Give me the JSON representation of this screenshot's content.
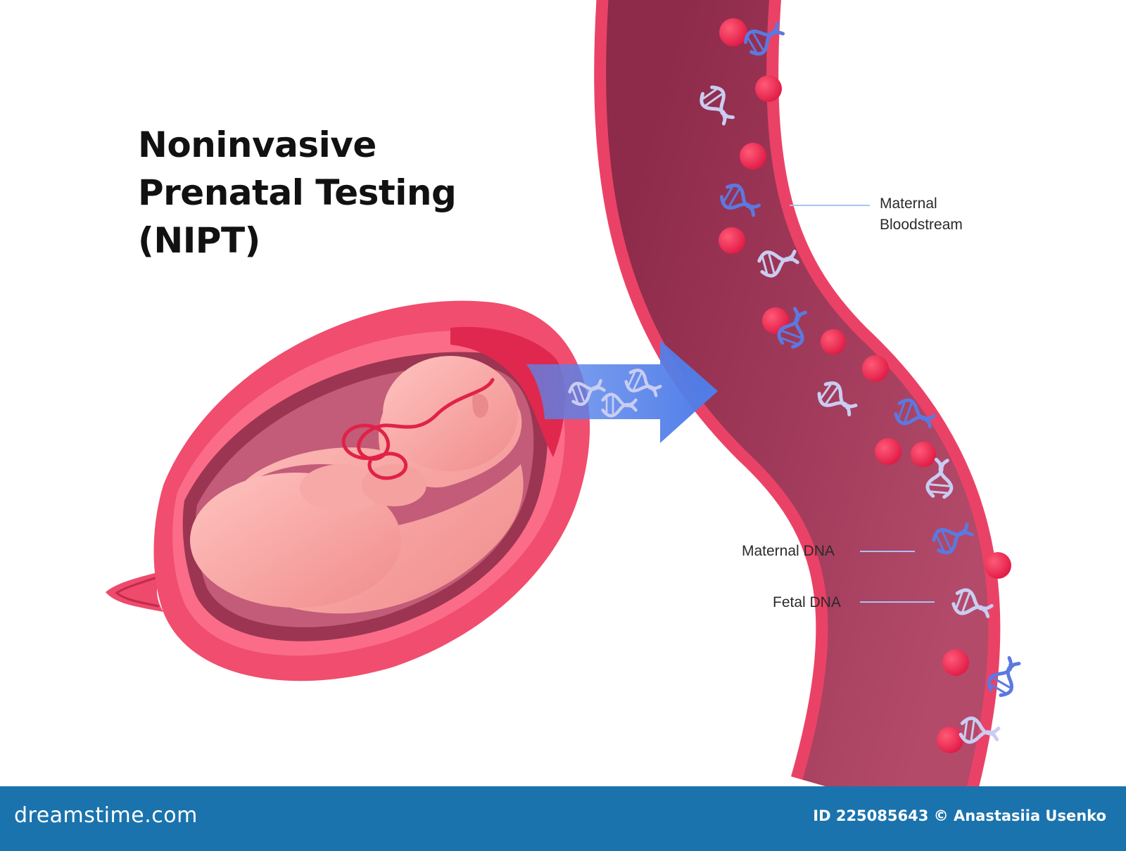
{
  "title": {
    "line1": "Noninvasive",
    "line2": "Prenatal Testing",
    "line3": "(NIPT)"
  },
  "labels": {
    "maternal_bloodstream_line1": "Maternal",
    "maternal_bloodstream_line2": "Bloodstream",
    "maternal_dna": "Maternal DNA",
    "fetal_dna": "Fetal DNA"
  },
  "footer": {
    "brand": "dreamstime.com",
    "credit": "ID 225085643 © Anastasiia Usenko"
  },
  "colors": {
    "vessel_wall": "#ea4266",
    "vessel_inner": "#9a3454",
    "blood_cell": "#ee2a50",
    "maternal_dna": "#5b79e0",
    "fetal_dna": "#c9cdf2",
    "arrow": "#5a86e8",
    "footer": "#1a73ad"
  }
}
